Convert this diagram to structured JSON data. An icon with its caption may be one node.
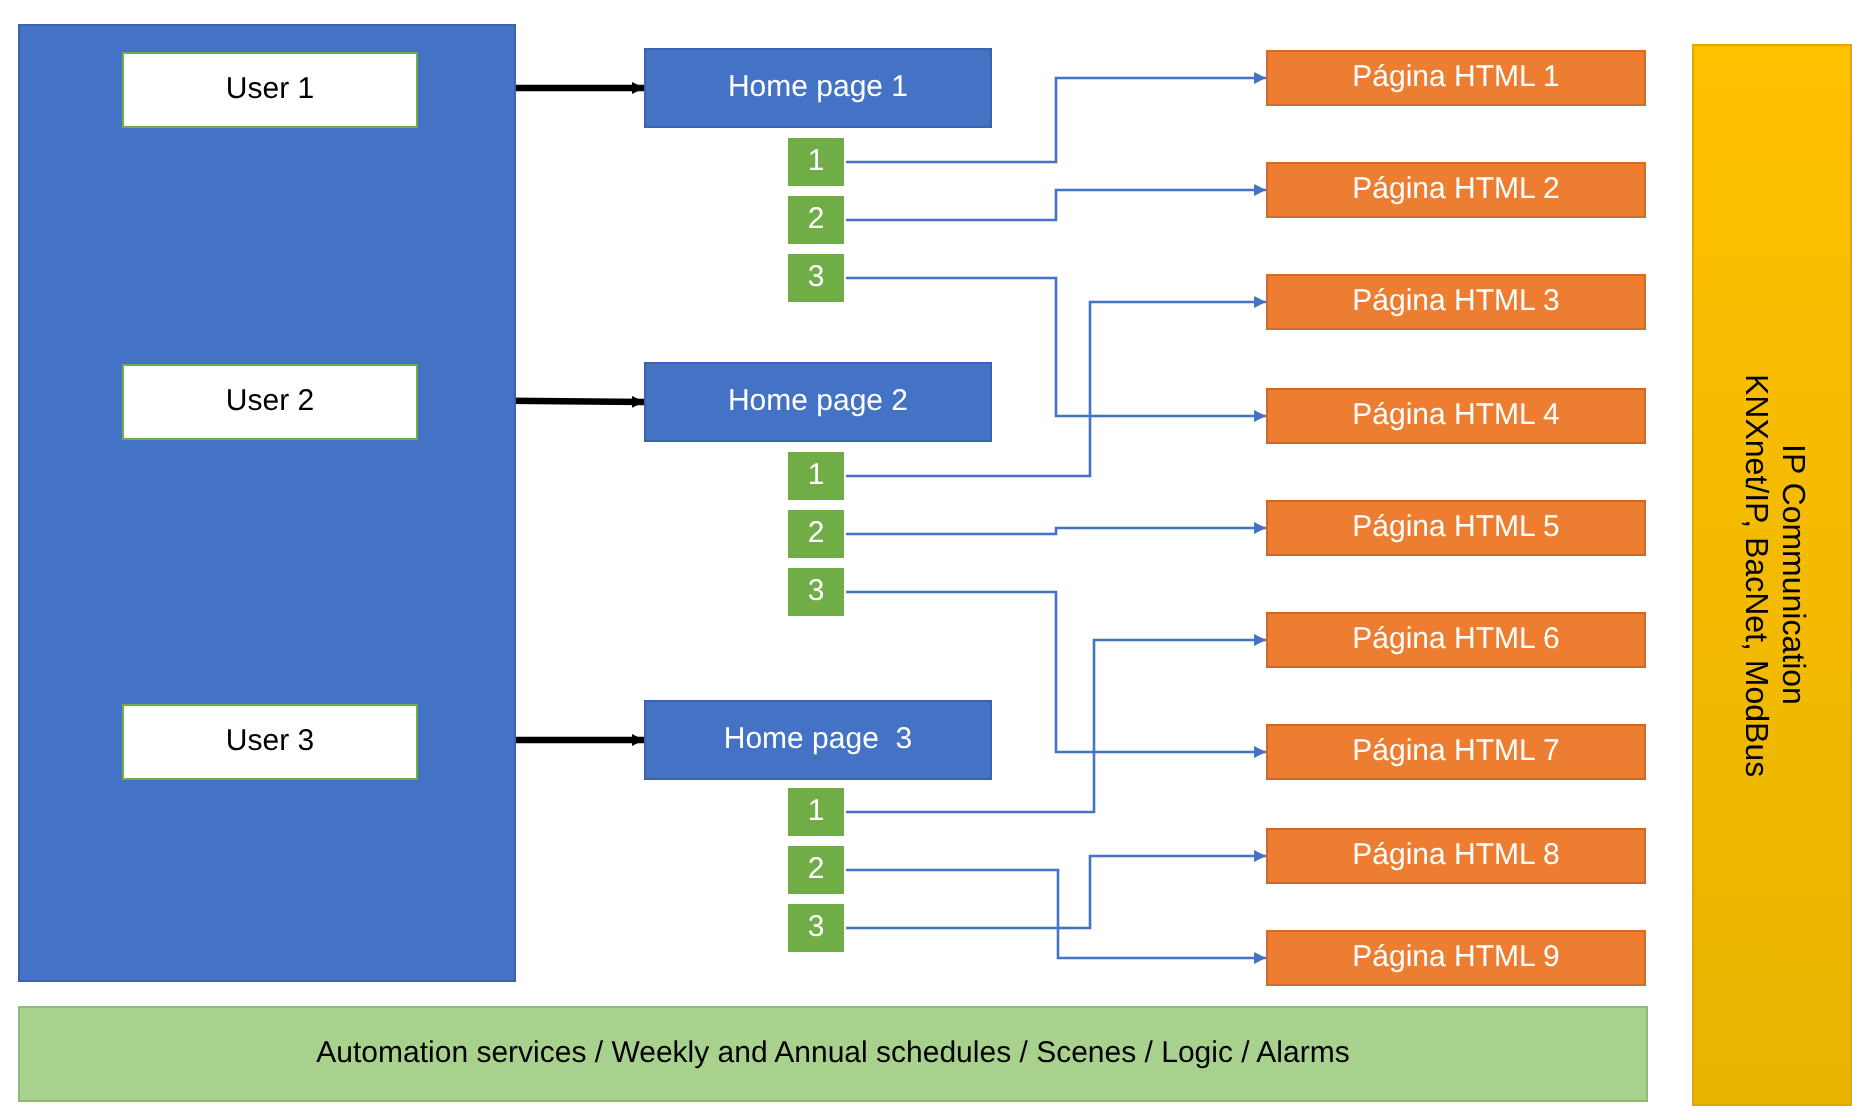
{
  "diagram": {
    "nodes": [
      {
        "text": [],
        "shape": "box"
      },
      {
        "text": [
          "User 1"
        ],
        "in": 0
      },
      {
        "text": [
          "User 2"
        ],
        "in": 0
      },
      {
        "text": [
          "User 3"
        ],
        "in": 0
      },
      {
        "text": [
          "Home page 1"
        ]
      },
      {
        "text": [
          "1"
        ]
      },
      {
        "text": [
          "2"
        ]
      },
      {
        "text": [
          "3"
        ]
      },
      {
        "text": [
          "Home page 2"
        ]
      },
      {
        "text": [
          "1"
        ]
      },
      {
        "text": [
          "2"
        ]
      },
      {
        "text": [
          "3"
        ]
      },
      {
        "text": [
          "Home page  3"
        ]
      },
      {
        "text": [
          "1"
        ]
      },
      {
        "text": [
          "2"
        ]
      },
      {
        "text": [
          "3"
        ]
      },
      {
        "text": [
          "Página HTML 1"
        ]
      },
      {
        "text": [
          "Página HTML 2"
        ]
      },
      {
        "text": [
          "Página HTML 3"
        ]
      },
      {
        "text": [
          "Página HTML 4"
        ]
      },
      {
        "text": [
          "Página HTML 5"
        ]
      },
      {
        "text": [
          "Página HTML 6"
        ]
      },
      {
        "text": [
          "Página HTML 7"
        ]
      },
      {
        "text": [
          "Página HTML 8"
        ]
      },
      {
        "text": [
          "Página HTML 9"
        ]
      },
      {
        "text": [
          "IP Communication",
          "KNXnet/IP, BacNet, ModBus"
        ]
      },
      {
        "text": [
          "Automation services / Weekly and Annual schedules / Scenes / Logic / Alarms"
        ]
      }
    ],
    "edges": [
      {
        "from": 1,
        "to": 4,
        "arrow": "to",
        "style": "thick",
        "color": "#000000"
      },
      {
        "from": 2,
        "to": 8,
        "arrow": "to",
        "style": "thick",
        "color": "#000000"
      },
      {
        "from": 3,
        "to": 12,
        "arrow": "to",
        "style": "thick",
        "color": "#000000"
      },
      {
        "from": 5,
        "to": 16,
        "arrow": "to"
      },
      {
        "from": 6,
        "to": 17,
        "arrow": "to"
      },
      {
        "from": 7,
        "to": 19,
        "arrow": "to"
      },
      {
        "from": 9,
        "to": 18,
        "arrow": "to"
      },
      {
        "from": 10,
        "to": 20,
        "arrow": "to"
      },
      {
        "from": 11,
        "to": 22,
        "arrow": "to"
      },
      {
        "from": 13,
        "to": 21,
        "arrow": "to"
      },
      {
        "from": 14,
        "to": 24,
        "arrow": "to"
      },
      {
        "from": 15,
        "to": 23,
        "arrow": "to"
      }
    ]
  }
}
